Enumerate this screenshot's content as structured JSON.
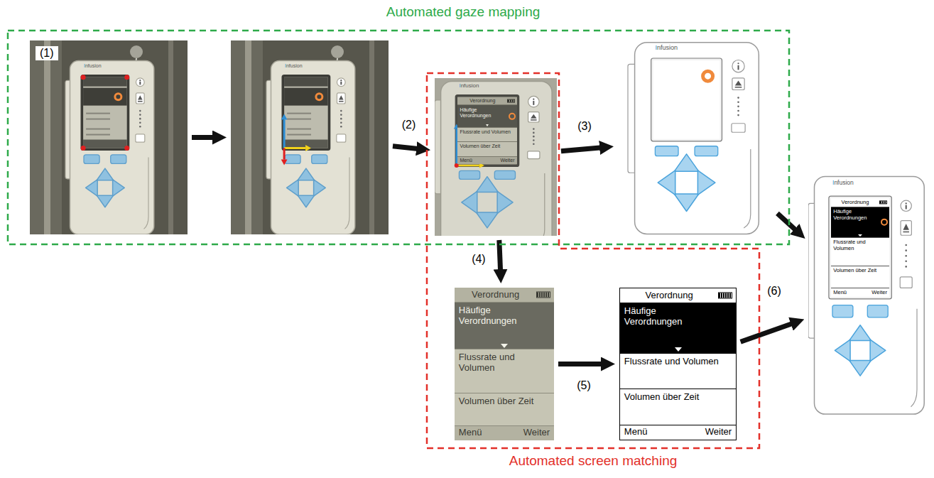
{
  "diagram": {
    "nodes": [
      {
        "text": [
          "Automated gaze mapping"
        ]
      },
      {
        "text": [
          "Automated screen matching"
        ]
      },
      {
        "text": [
          "(1)",
          "Infusion"
        ],
        "in": 0
      },
      {
        "text": [
          "Infusion"
        ],
        "in": 0
      },
      {
        "text": [
          "Infusion",
          "Verordnung",
          "Häufige Verordnungen",
          "Flussrate und Volumen",
          "Volumen über Zeit",
          "Menü",
          "Weiter"
        ],
        "in": 1
      },
      {
        "text": [
          "Infusion"
        ],
        "in": 0
      },
      {
        "text": [
          "Verordnung",
          "Häufige Verordnungen",
          "Flussrate und Volumen",
          "Volumen über Zeit",
          "Menü",
          "Weiter"
        ],
        "in": 1
      },
      {
        "text": [
          "Verordnung",
          "Häufige Verordnungen",
          "Flussrate und Volumen",
          "Volumen über Zeit",
          "Menü",
          "Weiter"
        ],
        "in": 1
      },
      {
        "text": [
          "Infusion",
          "Verordnung",
          "Häufige Verordnungen",
          "Flussrate und Volumen",
          "Volumen über Zeit",
          "Menü",
          "Weiter"
        ]
      }
    ],
    "edges": [
      {
        "from": 2,
        "to": 3,
        "arrow": "to"
      },
      {
        "from": 3,
        "to": 4,
        "label": "(2)",
        "arrow": "to"
      },
      {
        "from": 4,
        "to": 5,
        "label": "(3)",
        "arrow": "to"
      },
      {
        "from": 4,
        "to": 6,
        "label": "(4)",
        "arrow": "to"
      },
      {
        "from": 6,
        "to": 7,
        "label": "(5)",
        "arrow": "to"
      },
      {
        "from": 5,
        "to": 8,
        "arrow": "to"
      },
      {
        "from": 7,
        "to": 8,
        "arrow": "to"
      }
    ],
    "labels": [
      "(6)"
    ]
  }
}
